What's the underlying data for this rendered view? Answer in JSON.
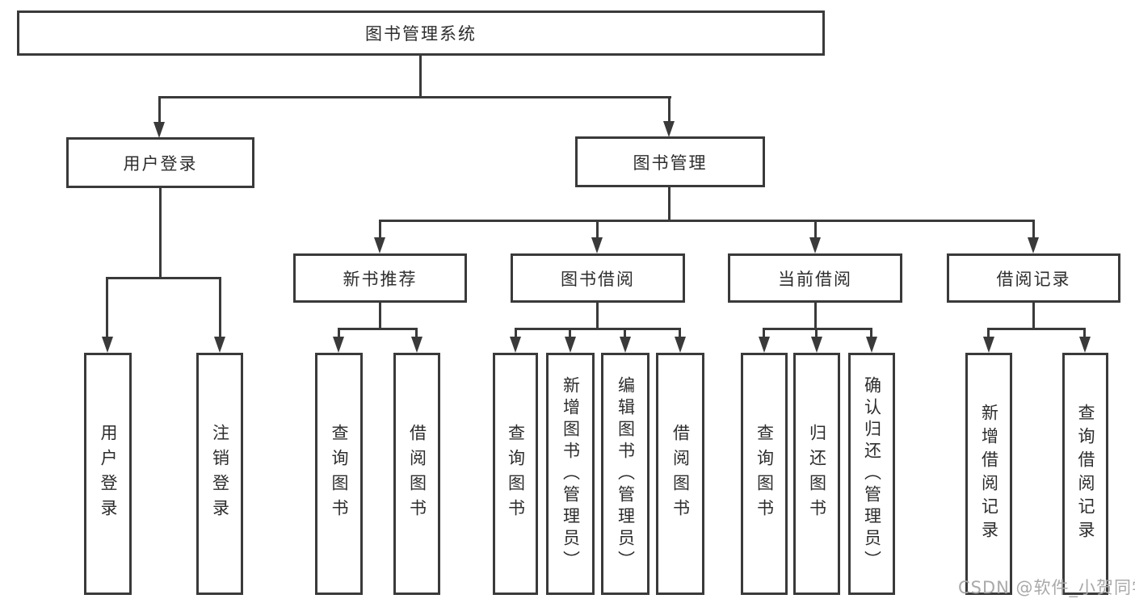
{
  "diagram_title": "图书管理系统",
  "tree": {
    "label": "图书管理系统",
    "children": [
      {
        "label": "用户登录",
        "children": [
          {
            "label": "用户登录"
          },
          {
            "label": "注销登录"
          }
        ]
      },
      {
        "label": "图书管理",
        "children": [
          {
            "label": "新书推荐",
            "children": [
              {
                "label": "查询图书"
              },
              {
                "label": "借阅图书"
              }
            ]
          },
          {
            "label": "图书借阅",
            "children": [
              {
                "label": "查询图书"
              },
              {
                "label": "新增图书（管理员）"
              },
              {
                "label": "编辑图书（管理员）"
              },
              {
                "label": "借阅图书"
              }
            ]
          },
          {
            "label": "当前借阅",
            "children": [
              {
                "label": "查询图书"
              },
              {
                "label": "归还图书"
              },
              {
                "label": "确认归还（管理员）"
              }
            ]
          },
          {
            "label": "借阅记录",
            "children": [
              {
                "label": "新增借阅记录"
              },
              {
                "label": "查询借阅记录"
              }
            ]
          }
        ]
      }
    ]
  },
  "watermark": {
    "text": "CSDN @软件_小贺同学"
  },
  "colors": {
    "line": "#3a3a3a",
    "text": "#2d2d2d",
    "watermark_gray": "#a9a9a9",
    "background": "#ffffff"
  }
}
